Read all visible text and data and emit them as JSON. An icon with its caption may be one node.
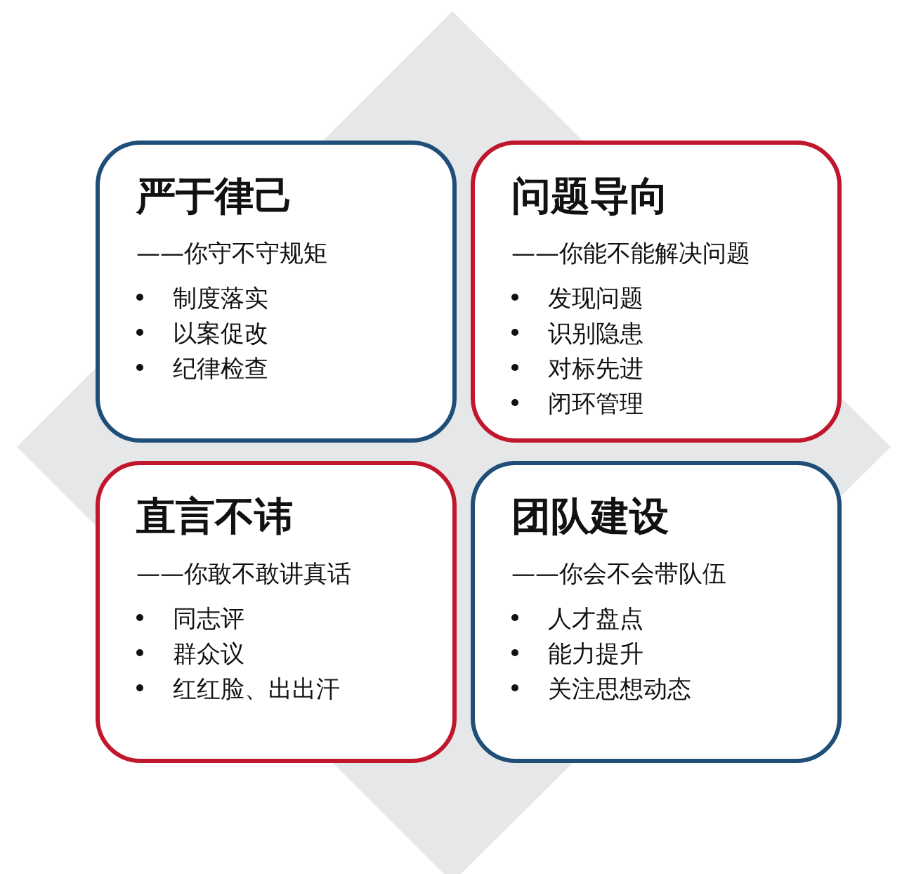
{
  "diagram": {
    "nodes": [
      {
        "text": [
          "严于律己",
          "——你守不守规矩",
          "制度落实",
          "以案促改",
          "纪律检查"
        ]
      },
      {
        "text": [
          "问题导向",
          "——你能不能解决问题",
          "发现问题",
          "识别隐患",
          "对标先进",
          "闭环管理"
        ]
      },
      {
        "text": [
          "直言不讳",
          "——你敢不敢讲真话",
          "同志评",
          "群众议",
          "红红脸、出出汗"
        ]
      },
      {
        "text": [
          "团队建设",
          "——你会不会带队伍",
          "人才盘点",
          "能力提升",
          "关注思想动态"
        ]
      }
    ]
  }
}
